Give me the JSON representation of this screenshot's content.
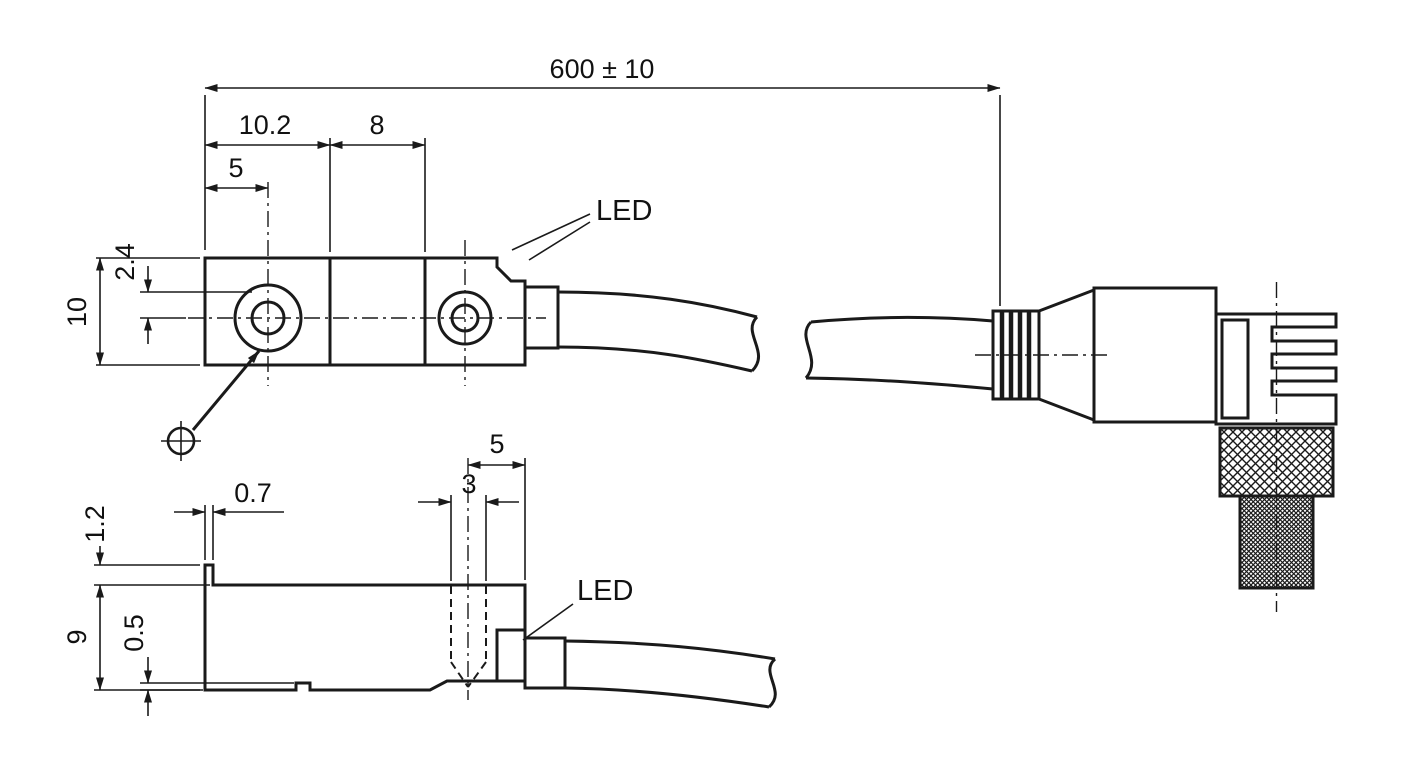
{
  "drawing": {
    "top_view": {
      "dim_overall": "600 ± 10",
      "dim_front_len": "10.2",
      "dim_mid_len": "8",
      "dim_hole_offset": "5",
      "dim_axis_offset": "2.4",
      "dim_height": "10",
      "led_label": "LED"
    },
    "side_view": {
      "dim_face_to_hole": "5",
      "dim_hole_dia": "3",
      "dim_tab_width": "0.7",
      "dim_tab_height": "1.2",
      "dim_height": "9",
      "dim_step": "0.5",
      "led_label": "LED"
    }
  }
}
